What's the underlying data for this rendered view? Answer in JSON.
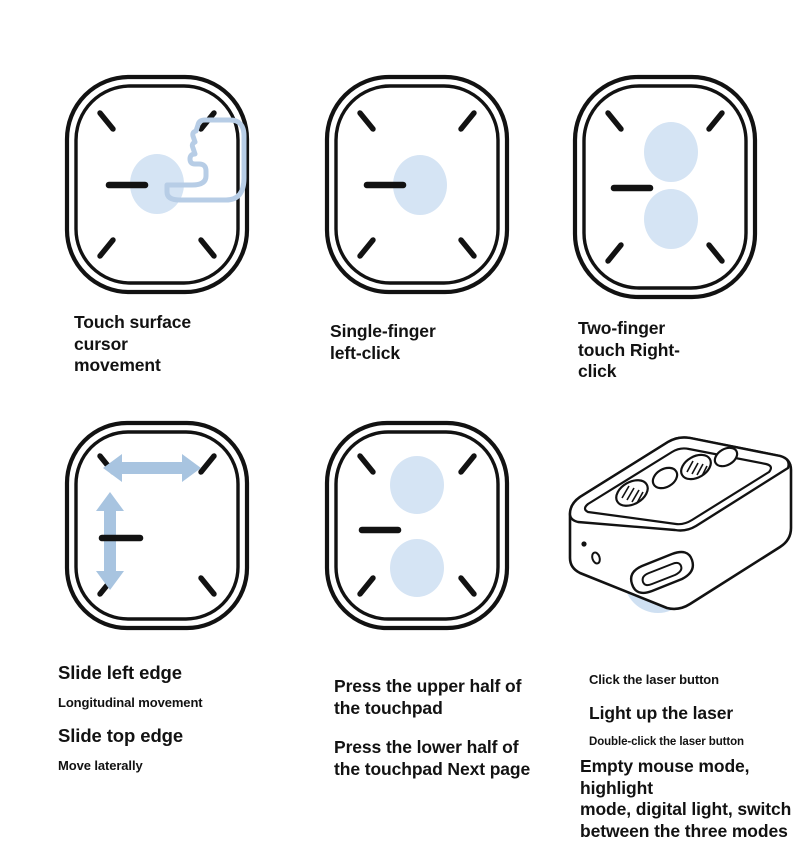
{
  "document": {
    "title": "Touchpad Gesture Instructions",
    "background_color": "#ffffff",
    "ink_color": "#121212",
    "accent_fill": "#dbe7f5",
    "accent_arrow": "#a8c4e0",
    "accent_outline": "#b7cde6"
  },
  "panels": [
    {
      "id": "touch-surface-cursor-movement",
      "figure": "touchpad-with-hand-cursor",
      "caption_lines": [
        "Touch surface",
        "cursor",
        "movement"
      ],
      "caption_style": "bold"
    },
    {
      "id": "single-finger-left-click",
      "figure": "touchpad-one-contact-center",
      "caption_lines": [
        "Single-finger",
        "left-click"
      ],
      "caption_style": "bold"
    },
    {
      "id": "two-finger-touch-right-click",
      "figure": "touchpad-two-contacts-vertical",
      "caption_lines": [
        "Two-finger",
        "touch Right-",
        "click"
      ],
      "caption_style": "bold"
    },
    {
      "id": "slide-edges",
      "figure": "touchpad-with-arrows",
      "caption_blocks": [
        {
          "text": "Slide left edge",
          "style": "bold-lg"
        },
        {
          "text": "Longitudinal movement",
          "style": "small"
        },
        {
          "text": "Slide top edge",
          "style": "bold-lg"
        },
        {
          "text": "Move laterally",
          "style": "small"
        }
      ]
    },
    {
      "id": "press-touchpad-halves",
      "figure": "touchpad-upper-lower-contacts",
      "caption_blocks": [
        {
          "text": "Press the upper half of the touchpad",
          "style": "bold"
        },
        {
          "text": "Press the lower half of the touchpad Next page",
          "style": "bold"
        }
      ]
    },
    {
      "id": "laser-button",
      "figure": "presenter-device-laser-button",
      "caption_blocks": [
        {
          "text": "Click the laser button",
          "style": "small-bold"
        },
        {
          "text": "Light up the laser",
          "style": "bold"
        },
        {
          "text": "Double-click the laser button",
          "style": "xsmall"
        },
        {
          "text": "Empty mouse mode, highlight mode, digital light, switch between the three modes",
          "style": "bold"
        }
      ]
    }
  ],
  "captions": {
    "cursor": {
      "l1": "Touch surface",
      "l2": "cursor",
      "l3": "movement"
    },
    "leftclick": {
      "l1": "Single-finger",
      "l2": "left-click"
    },
    "rightclick": {
      "l1": "Two-finger",
      "l2": "touch Right-",
      "l3": "click"
    },
    "slide": {
      "heading1": "Slide left edge",
      "sub1": "Longitudinal movement",
      "heading2": "Slide top edge",
      "sub2": "Move laterally"
    },
    "press": {
      "upper_l1": "Press the upper half of",
      "upper_l2": "the touchpad",
      "lower_l1": "Press the lower half of",
      "lower_l2": "the touchpad Next page"
    },
    "laser": {
      "click": "Click the laser button",
      "light": "Light up the laser",
      "double": "Double-click the laser button",
      "modes_l1": "Empty mouse mode, highlight",
      "modes_l2": "mode, digital light, switch",
      "modes_l3": "between the three modes"
    }
  },
  "figure_elements": {
    "touchpad": {
      "name": "touchpad-outline",
      "corner_ticks": 4,
      "left_dash": true,
      "double_border": true
    },
    "device": {
      "name": "presenter-device",
      "top_buttons": 4,
      "ribbed_buttons": 2,
      "plain_buttons": 2,
      "front_laser_button": true,
      "side_port": true,
      "side_led": true,
      "highlight_on": "laser-button"
    },
    "arrows": {
      "horizontal": "double-headed-horizontal-arrow",
      "vertical": "double-headed-vertical-arrow"
    }
  }
}
